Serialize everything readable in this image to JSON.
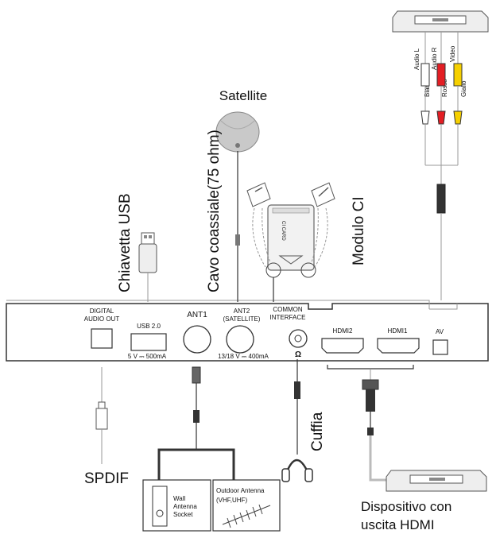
{
  "labels": {
    "satellite": "Satellite",
    "coax": "Cavo coassiale(75 ohm)",
    "usb_stick": "Chiavetta USB",
    "ci_module": "Modulo CI",
    "ci_card": "CI CARD",
    "digital_audio_out_1": "DIGITAL",
    "digital_audio_out_2": "AUDIO OUT",
    "usb20": "USB 2.0",
    "usb_power": "5 V ⎓ 500mA",
    "ant1": "ANT1",
    "ant2_1": "ANT2",
    "ant2_2": "(SATELLITE)",
    "ant2_power": "13/18 V ⎓ 400mA",
    "common_1": "COMMON",
    "common_2": "INTERFACE",
    "hdmi2": "HDMI2",
    "hdmi1": "HDMI1",
    "av": "AV",
    "headphone_symbol": "Ω",
    "spdif": "SPDIF",
    "cuffia": "Cuffia",
    "wall_1": "Wall",
    "wall_2": "Antenna",
    "wall_3": "Socket",
    "outdoor_1": "Outdoor Antenna",
    "outdoor_2": "(VHF,UHF)",
    "hdmi_dev_1": "Dispositivo con",
    "hdmi_dev_2": "uscita HDMI",
    "audio_l": "Audio L",
    "audio_r": "Audio R",
    "video": "Video",
    "bianco": "Bianco",
    "rosso": "Rosso",
    "giallo": "Giallo"
  },
  "colors": {
    "rca_white": "#ffffff",
    "rca_red": "#e31e24",
    "rca_yellow": "#f6d000",
    "line": "#333333",
    "light_line": "#bbbbbb"
  }
}
